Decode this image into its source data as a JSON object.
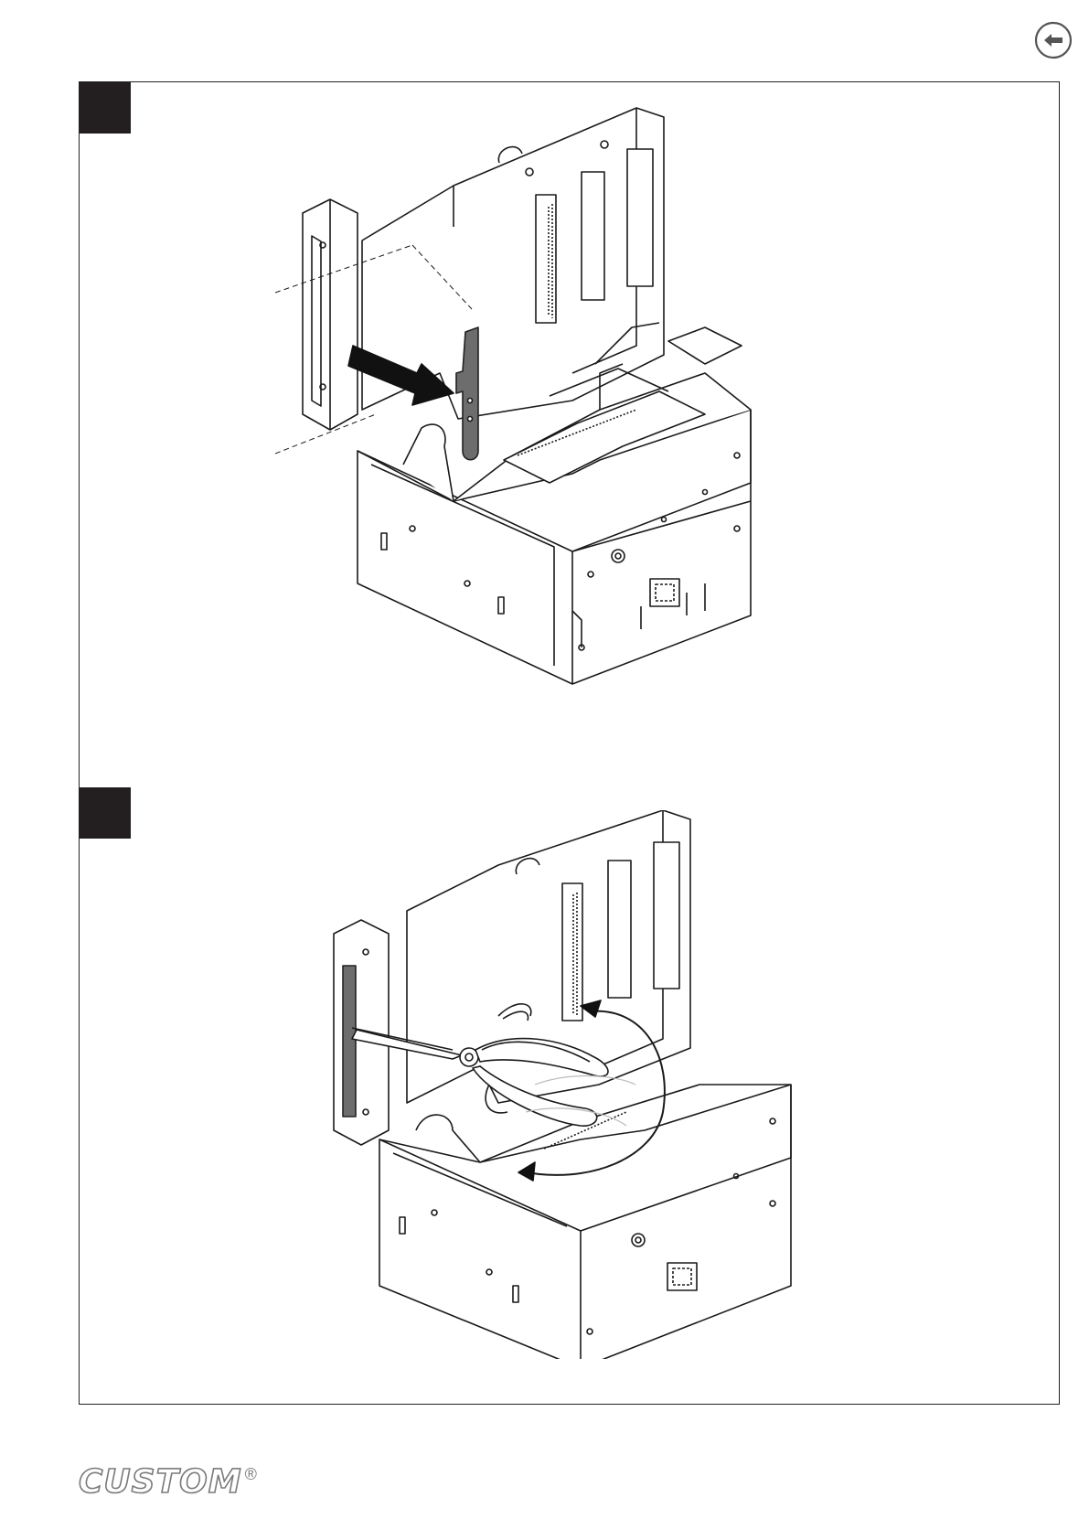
{
  "navigation": {
    "back_icon": "arrow-left-circle-icon"
  },
  "steps": [
    {
      "number": "",
      "illustration": "printer-remove-bracket-screws"
    },
    {
      "number": "",
      "illustration": "printer-pliers-bend-tab"
    }
  ],
  "brand": {
    "name": "CUSTOM",
    "registered_mark": "®"
  },
  "colors": {
    "step_marker": "#231f20",
    "line_art": "#1a1a1a",
    "part_highlight": "#6d6d6d",
    "logo": "#7a7a7a"
  }
}
